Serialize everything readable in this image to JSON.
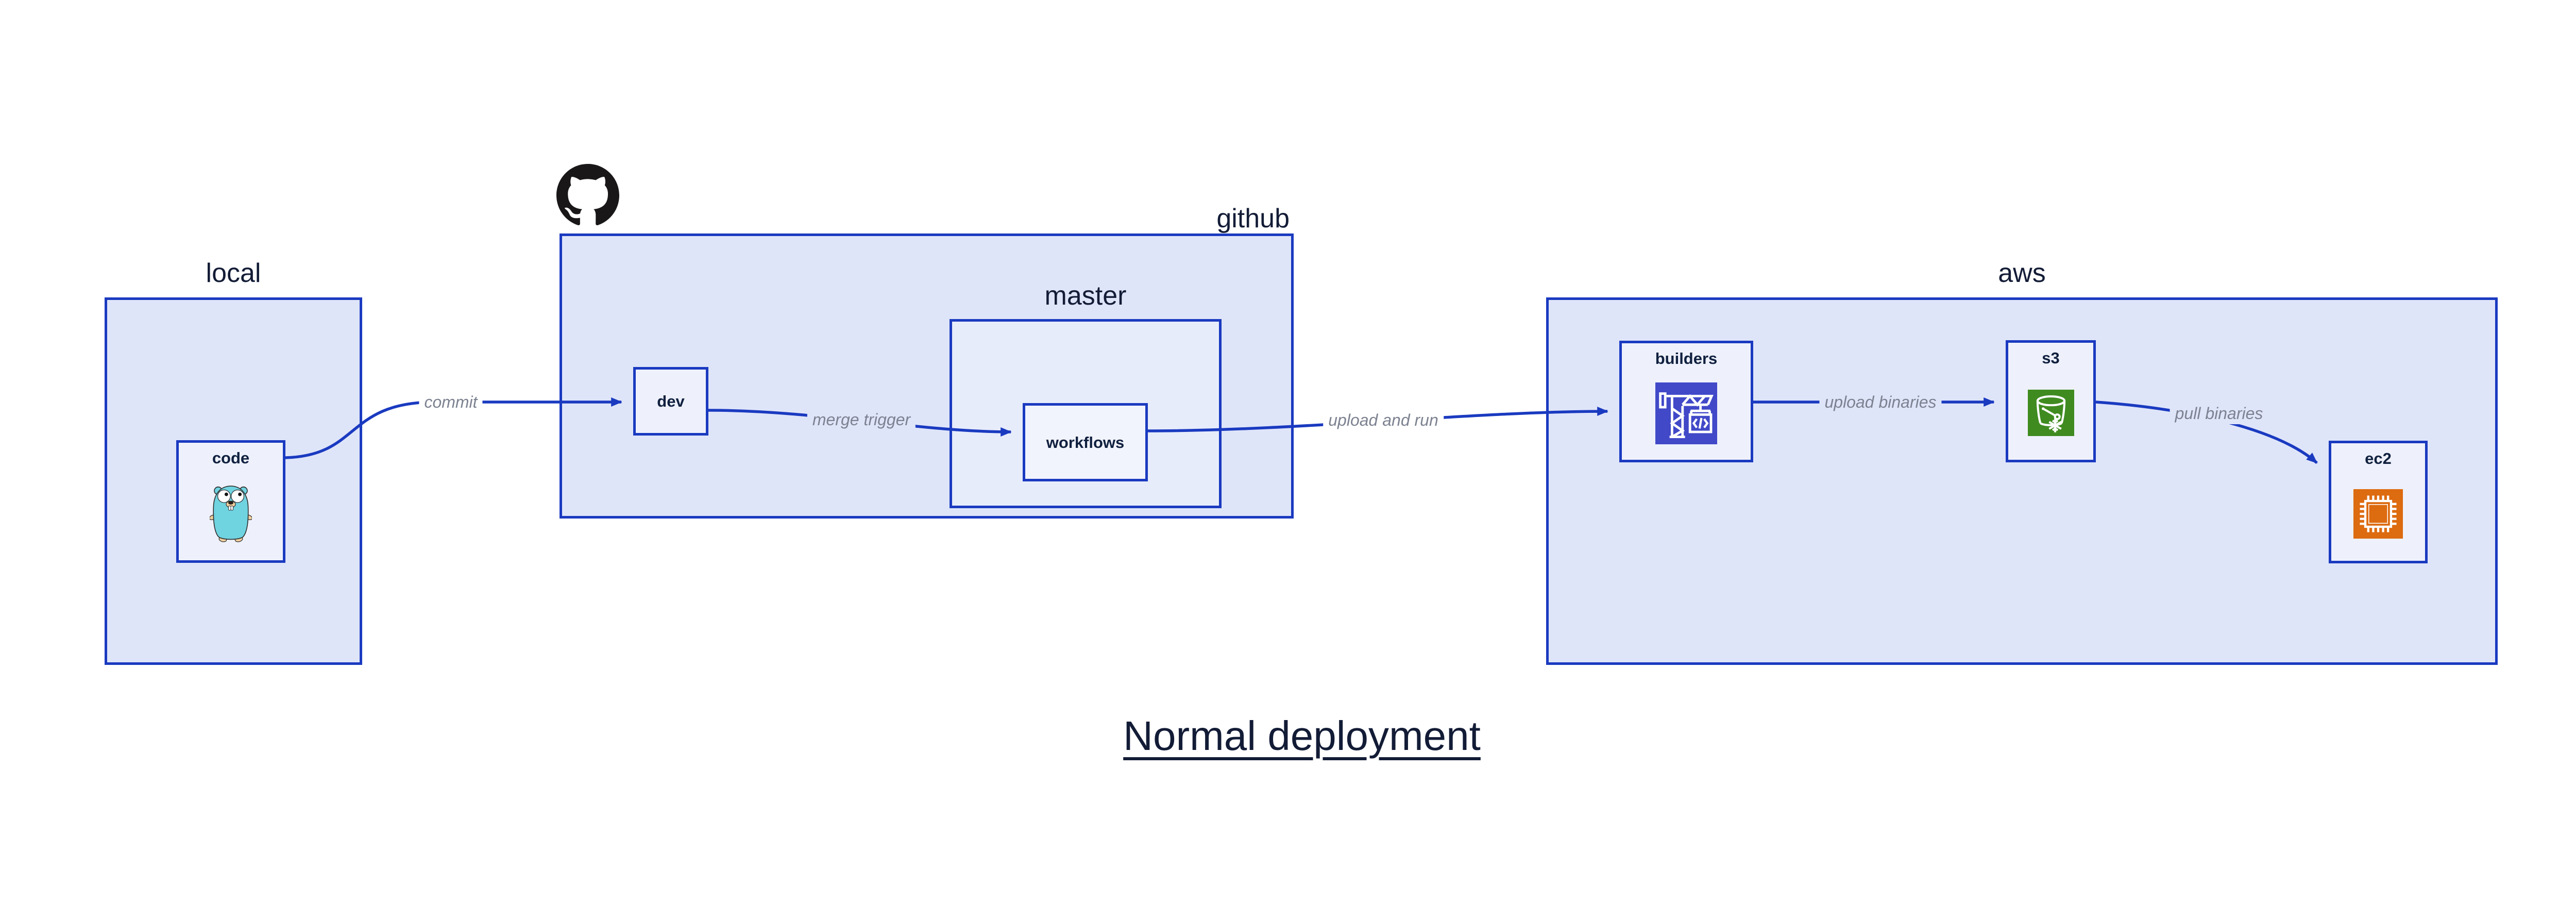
{
  "diagram_title": "Normal deployment",
  "containers": {
    "local": {
      "label": "local"
    },
    "github": {
      "label": "github"
    },
    "master": {
      "label": "master"
    },
    "aws": {
      "label": "aws"
    }
  },
  "nodes": {
    "code": {
      "label": "code"
    },
    "dev": {
      "label": "dev"
    },
    "workflows": {
      "label": "workflows"
    },
    "builders": {
      "label": "builders"
    },
    "s3": {
      "label": "s3"
    },
    "ec2": {
      "label": "ec2"
    }
  },
  "edges": {
    "commit": {
      "label": "commit"
    },
    "merge_trigger": {
      "label": "merge trigger"
    },
    "upload_and_run": {
      "label": "upload and run"
    },
    "upload_binaries": {
      "label": "upload binaries"
    },
    "pull_binaries": {
      "label": "pull binaries"
    }
  },
  "icons": {
    "github_logo": "octocat-icon",
    "code": "go-gopher-icon",
    "builders": "aws-codebuild-crane-icon",
    "s3": "aws-s3-bucket-snowflake-icon",
    "ec2": "aws-ec2-chip-icon"
  },
  "colors": {
    "border_blue": "#1a3ac0",
    "container_fill": "#dfe5f9",
    "master_fill": "#e7ecfb",
    "node_fill": "#eef1fb",
    "edge_label_gray": "#7c8290",
    "text_navy": "#131c36",
    "codebuild_indigo": "#4149c8",
    "s3_green": "#3f8b20",
    "ec2_orange": "#dd6b10",
    "octocat_black": "#191717",
    "gopher_teal": "#6fd3e0"
  }
}
